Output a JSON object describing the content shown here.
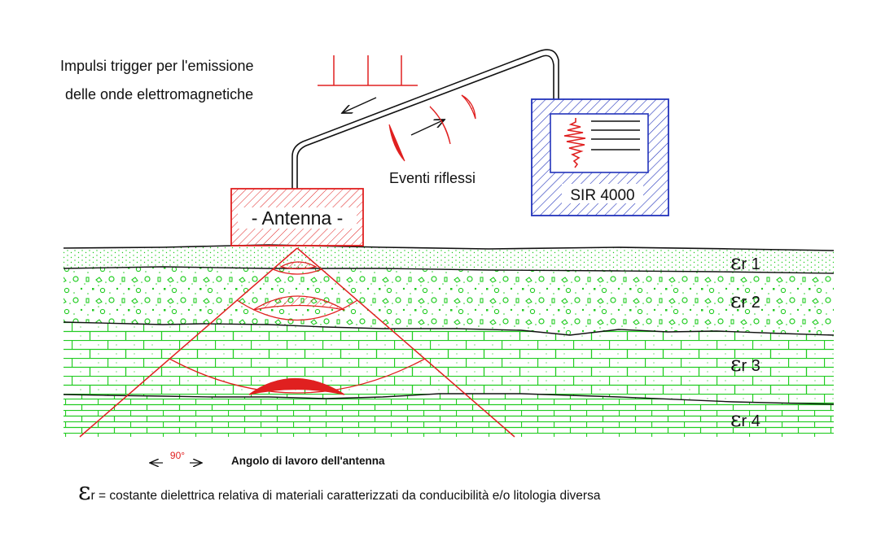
{
  "labels": {
    "trigger_line1": "Impulsi trigger per l'emissione",
    "trigger_line2": "delle onde elettromagnetiche",
    "reflected": "Eventi riflessi",
    "antenna": "- Antenna -",
    "device": "SIR 4000",
    "angle_value": "90°",
    "angle_caption": "Angolo di lavoro dell'antenna",
    "legend_symbol": "ε",
    "legend_text": "r = costante dielettrica relativa di materiali caratterizzati da conducibilità e/o litologia diversa"
  },
  "layers": [
    {
      "symbol": "ε",
      "label": "r 1"
    },
    {
      "symbol": "ε",
      "label": "r 2"
    },
    {
      "symbol": "ε",
      "label": "r 3"
    },
    {
      "symbol": "ε",
      "label": "r 4"
    }
  ],
  "colors": {
    "red": "#e02020",
    "blue": "#2233bb",
    "green": "#22cc22",
    "line": "#111111"
  }
}
